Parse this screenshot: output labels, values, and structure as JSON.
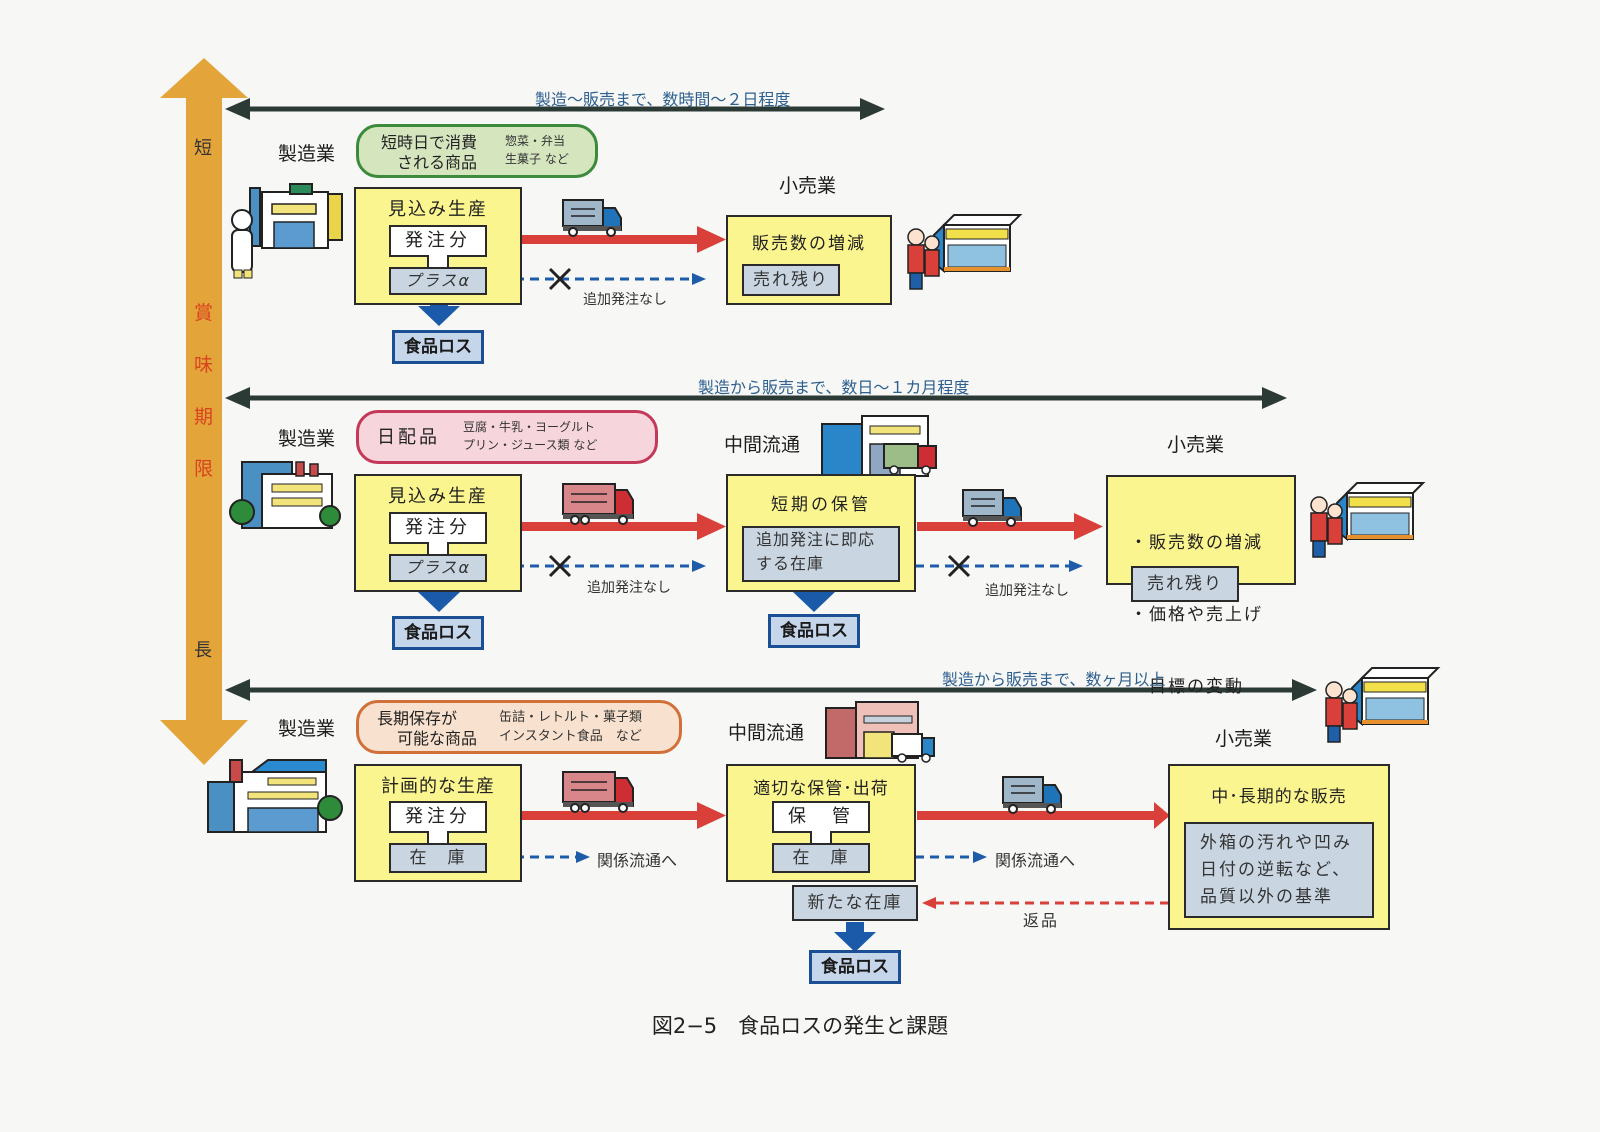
{
  "caption": "図2−5　食品ロスの発生と課題",
  "axis": {
    "top_label": "短",
    "middle_label": [
      "賞",
      "味",
      "期",
      "限"
    ],
    "bottom_label": "長",
    "color": "#e3a43a",
    "text_color_mid": "#d9431f"
  },
  "colors": {
    "yellow_box": "#fbf58f",
    "gray_box": "#c9d6e2",
    "loss_border": "#1b4f94",
    "flow_arrow": "#d9403a",
    "dashed_arrow": "#1e5ba8",
    "return_arrow": "#d9403a",
    "span_text": "#2d5f8f"
  },
  "rows": [
    {
      "span_label": "製造〜販売まで、数時間〜２日程度",
      "manufacturer": {
        "label": "製造業",
        "category_main": [
          "短時日で消費",
          "される商品"
        ],
        "category_examples": [
          "惣菜・弁当",
          "生菓子 など"
        ],
        "pill_color": "#3c8a3c",
        "pill_fill": "#d5e6bf",
        "box_title": "見込み生産",
        "order_label": "発注分",
        "extra_label": "プラスα",
        "loss_label": "食品ロス"
      },
      "no_reorder_label": "追加発注なし",
      "retail": {
        "label": "小売業",
        "box_lines": [
          "販売数の増減"
        ],
        "leftover_label": "売れ残り"
      }
    },
    {
      "span_label": "製造から販売まで、数日〜１カ月程度",
      "manufacturer": {
        "label": "製造業",
        "category_main": [
          "日配品"
        ],
        "category_examples": [
          "豆腐・牛乳・ヨーグルト",
          "プリン・ジュース類 など"
        ],
        "pill_color": "#c4385a",
        "pill_fill": "#f6d6dc",
        "box_title": "見込み生産",
        "order_label": "発注分",
        "extra_label": "プラスα",
        "loss_label": "食品ロス"
      },
      "no_reorder_label_1": "追加発注なし",
      "distribution": {
        "label": "中間流通",
        "box_title": "短期の保管",
        "stock_lines": [
          "追加発注に即応",
          "する在庫"
        ],
        "loss_label": "食品ロス"
      },
      "no_reorder_label_2": "追加発注なし",
      "retail": {
        "label": "小売業",
        "box_lines": [
          "・販売数の増減",
          "・価格や売上げ",
          "　目標の変動"
        ],
        "leftover_label": "売れ残り"
      }
    },
    {
      "span_label": "製造から販売まで、数ヶ月以上",
      "manufacturer": {
        "label": "製造業",
        "category_main": [
          "長期保存が",
          "可能な商品"
        ],
        "category_examples": [
          "缶詰・レトルト・菓子類",
          "インスタント食品　など"
        ],
        "pill_color": "#d2703a",
        "pill_fill": "#f8e2cf",
        "box_title": "計画的な生産",
        "order_label": "発注分",
        "stock_label": "在　庫"
      },
      "to_related_label_1": "関係流通へ",
      "distribution": {
        "label": "中間流通",
        "box_title": "適切な保管･出荷",
        "storage_label": "保　管",
        "stock_label": "在　庫",
        "new_stock_label": "新たな在庫",
        "loss_label": "食品ロス"
      },
      "to_related_label_2": "関係流通へ",
      "return_label": "返品",
      "retail": {
        "label": "小売業",
        "box_title": "中･長期的な販売",
        "criteria_lines": [
          "外箱の汚れや凹み",
          "日付の逆転など、",
          "品質以外の基準"
        ]
      }
    }
  ]
}
